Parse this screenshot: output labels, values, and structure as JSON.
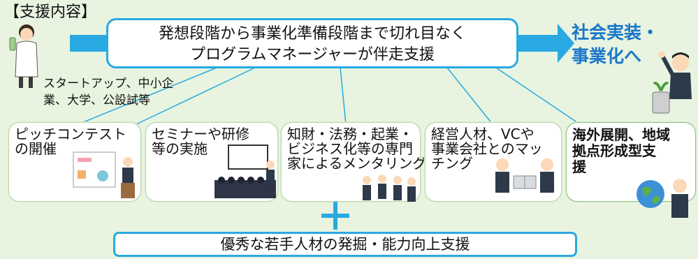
{
  "section_title": "【支援内容】",
  "top_box": {
    "line1": "発想段階から事業化準備段階まで切れ目なく",
    "line2": "プログラムマネージャーが伴走支援"
  },
  "outcome": {
    "line1": "社会実装・",
    "line2": "事業化へ"
  },
  "beneficiaries": {
    "line1": "スタートアップ、中小企",
    "line2": "業、大学、公設試等"
  },
  "cards": [
    {
      "lines": [
        "ピッチコンテスト",
        "の開催"
      ]
    },
    {
      "lines": [
        "セミナーや研修",
        "等の実施"
      ]
    },
    {
      "lines": [
        "知財・法務・起業・",
        "ビジネス化等の専門",
        "家によるメンタリング"
      ]
    },
    {
      "lines": [
        "経営人材、VCや",
        "事業会社とのマッ",
        "チング"
      ]
    },
    {
      "lines": [
        "海外展開、地域",
        "拠点形成型支",
        "援"
      ]
    }
  ],
  "bottom_box": {
    "text": "優秀な若手人材の発掘・能力向上支援"
  },
  "colors": {
    "accent_blue": "#29a9e1",
    "outcome_blue": "#1a77c9",
    "background_green": "#e8f4e0"
  }
}
